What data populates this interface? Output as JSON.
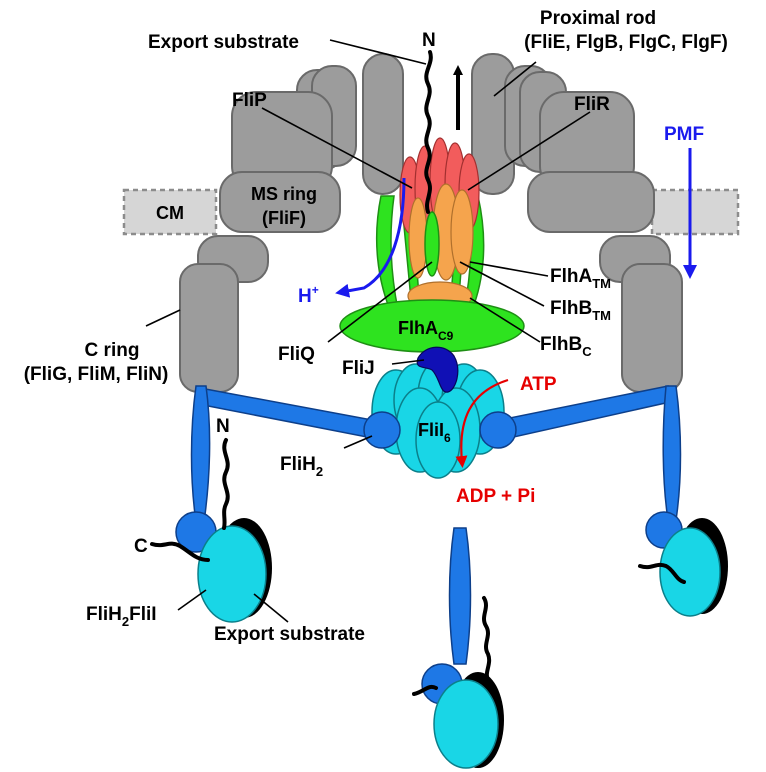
{
  "labels": {
    "export_substrate_top": "Export substrate",
    "n_terminus_top": "N",
    "proximal_rod_title": "Proximal rod",
    "proximal_rod_members": "(FliE, FlgB, FlgC, FlgF)",
    "flip": "FliP",
    "flir": "FliR",
    "pmf": "PMF",
    "ms_ring_title": "MS ring",
    "ms_ring_member": "(FliF)",
    "cm": "CM",
    "h_plus": "H",
    "h_plus_sup": "+",
    "flha_tm": "FlhA",
    "flha_tm_sub": "TM",
    "flhb_tm": "FlhB",
    "flhb_tm_sub": "TM",
    "flha_c9": "FlhA",
    "flha_c9_sub": "C9",
    "flhb_c": "FlhB",
    "flhb_c_sub": "C",
    "fliq": "FliQ",
    "flij": "FliJ",
    "c_ring_title": "C ring",
    "c_ring_members": "(FliG, FliM, FliN)",
    "atp": "ATP",
    "flii6": "FliI",
    "flii6_sub": "6",
    "n_terminus_left": "N",
    "flih2": "FliH",
    "flih2_sub": "2",
    "adp_pi": "ADP + Pi",
    "c_terminus_left": "C",
    "flih2flii": "FliH",
    "flih2flii_sub": "2",
    "flih2flii_tail": "FliI",
    "export_substrate_bottom": "Export substrate"
  },
  "colors": {
    "gray_protein": "#9c9c9c",
    "membrane": "#d6d6d6",
    "flha": "#2ee31f",
    "flip_flir": "#f25c5c",
    "flhb": "#f5a44d",
    "flii": "#19d6e6",
    "flih": "#1e78e6",
    "flij": "#1010b5",
    "pmf_arrow": "#1a1aee",
    "atp_arrow": "#e60000"
  }
}
